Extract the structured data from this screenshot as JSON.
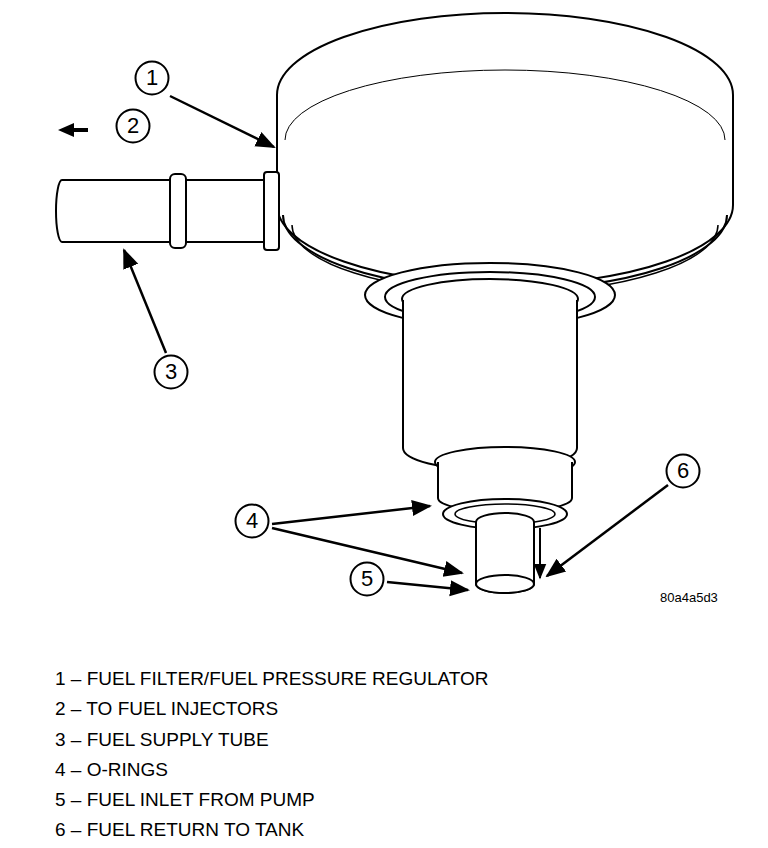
{
  "diagram": {
    "nodes": [
      {
        "text": [
          "1"
        ]
      },
      {
        "text": [
          "2"
        ]
      },
      {
        "text": [
          "3"
        ]
      },
      {
        "text": [
          "4"
        ]
      },
      {
        "text": [
          "5"
        ]
      },
      {
        "text": [
          "6"
        ]
      }
    ],
    "labels": [
      "80a4a5d3",
      "1 – FUEL FILTER/FUEL PRESSURE REGULATOR",
      "2 – TO FUEL INJECTORS",
      "3 – FUEL SUPPLY TUBE",
      "4 – O-RINGS",
      "5 – FUEL INLET FROM PUMP",
      "6 – FUEL RETURN TO TANK"
    ]
  }
}
